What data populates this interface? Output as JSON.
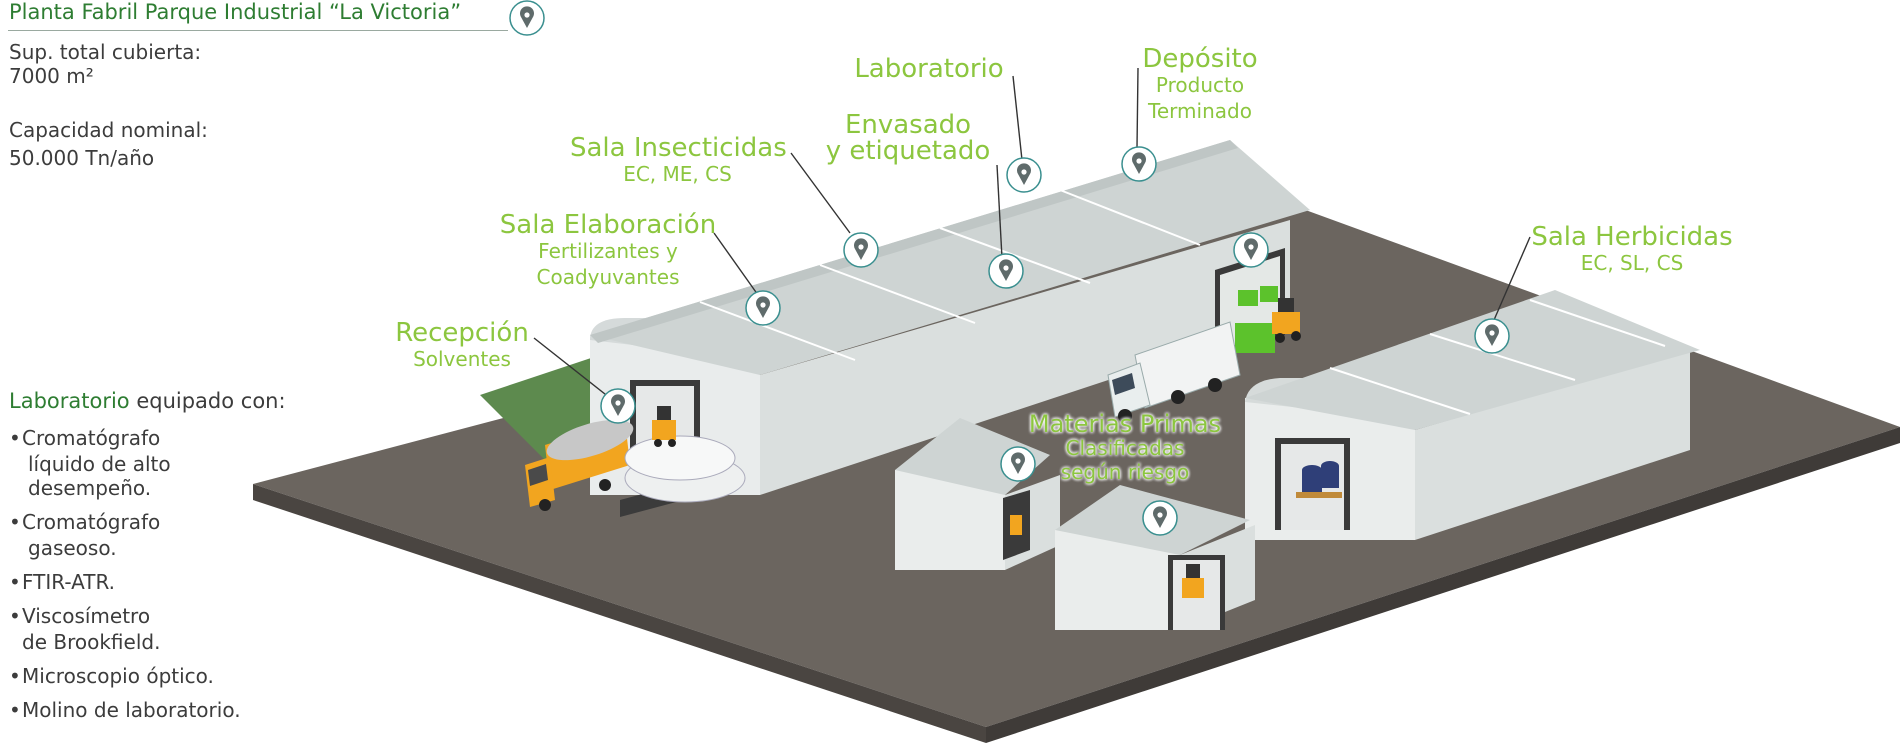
{
  "title": "Planta  Fabril Parque Industrial “La Victoria”",
  "stats": {
    "area_label": "Sup. total cubierta:",
    "area_value": "7000 m²",
    "capacity_label": "Capacidad nominal:",
    "capacity_value": "50.000 Tn/año"
  },
  "lab_equipment": {
    "heading_highlight": "Laboratorio",
    "heading_rest": " equipado con:",
    "items": [
      {
        "line1": "Cromatógrafo",
        "line2": "líquido de alto",
        "line3": "desempeño."
      },
      {
        "line1": "Cromatógrafo",
        "line2": "gaseoso."
      },
      {
        "line1": "FTIR-ATR."
      },
      {
        "line1": "Viscosímetro",
        "line2": "de Brookfield."
      },
      {
        "line1": "Microscopio óptico."
      },
      {
        "line1": "Molino de laboratorio."
      }
    ]
  },
  "labels": {
    "recepcion": {
      "main": "Recepción",
      "sub": "Solventes"
    },
    "elaboracion": {
      "main": "Sala Elaboración",
      "sub1": "Fertilizantes y",
      "sub2": "Coadyuvantes"
    },
    "insecticidas": {
      "main": "Sala Insecticidas",
      "sub": "EC, ME, CS"
    },
    "envasado": {
      "line1": "Envasado",
      "line2": "y etiquetado"
    },
    "laboratorio": {
      "main": "Laboratorio"
    },
    "deposito": {
      "main": "Depósito",
      "sub1": "Producto",
      "sub2": "Terminado"
    },
    "herbicidas": {
      "main": "Sala Herbicidas",
      "sub": "EC, SL, CS"
    },
    "materias": {
      "line1": "Materias Primas",
      "line2": "Clasificadas",
      "line3": "según riesgo"
    }
  },
  "colors": {
    "label_green": "#8cc63f",
    "title_green": "#2e7d32",
    "ground": "#6b655f",
    "building": "#dfe3e2",
    "roof": "#ccd2d1",
    "pin": "#5f6b6b",
    "pin_ring": "#3a8f8f"
  }
}
